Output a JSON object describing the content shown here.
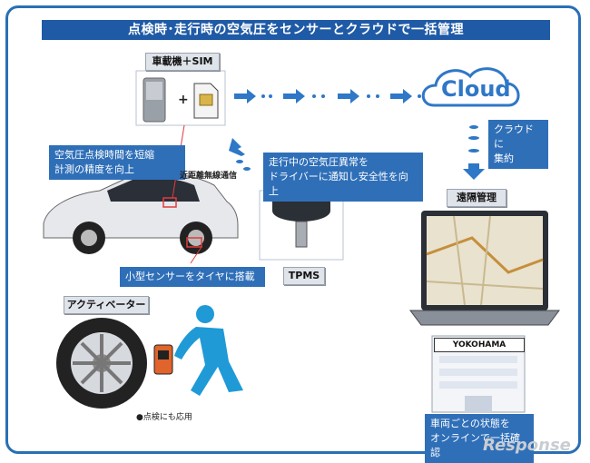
{
  "title": "点検時･走行時の空気圧をセンサーとクラウドで一括管理",
  "tags": {
    "device": "車載機＋SIM",
    "remote": "遠隔管理",
    "tpms": "TPMS",
    "activator": "アクティベーター"
  },
  "cloud_label": "Cloud",
  "callouts": {
    "cloud_collect": "クラウドに\n集約",
    "inspection": "空気圧点検時間を短縮\n計測の精度を向上",
    "driving": "走行中の空気圧異常を\nドライバーに通知し安全性を向上",
    "sensor": "小型センサーをタイヤに搭載",
    "online": "車両ごとの状態を\nオンラインで一括確認"
  },
  "short_range": "近距離無線通信",
  "inspection_note": "●点検にも応用",
  "plus_sign": "+",
  "company": "YOKOHAMA",
  "watermark": "Response"
}
